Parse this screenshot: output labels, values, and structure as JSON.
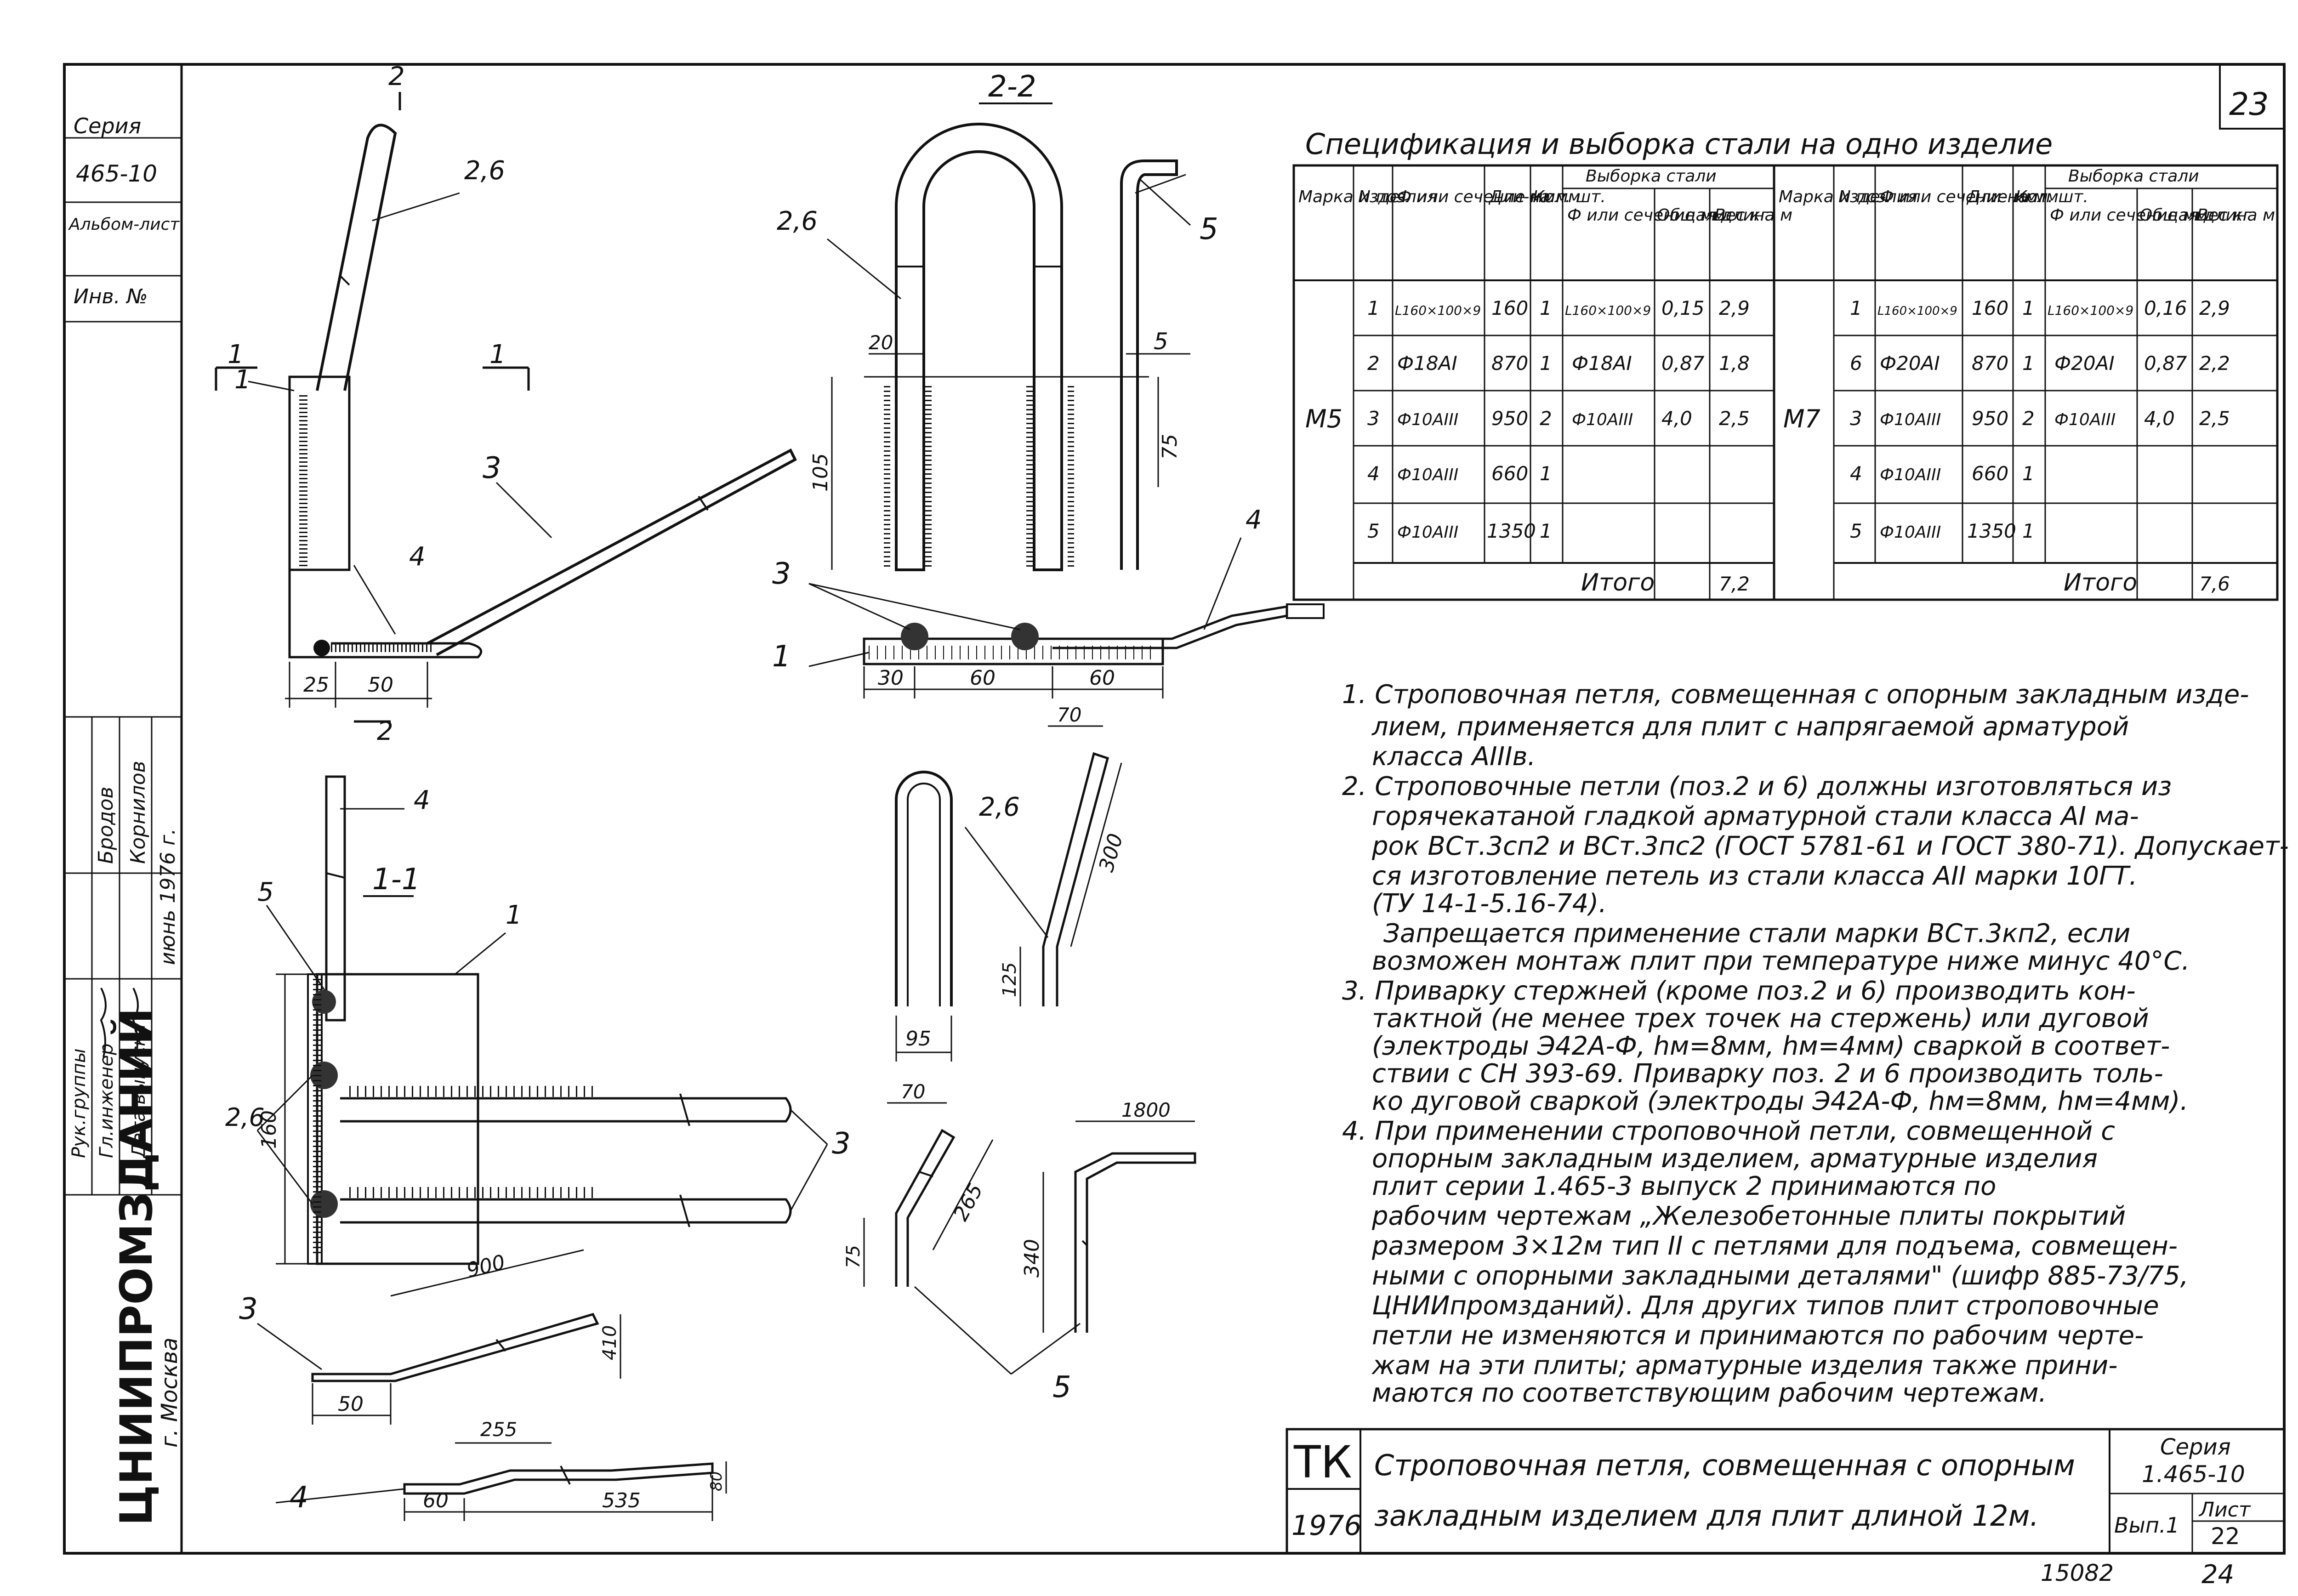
{
  "page_number": "23",
  "sheet_code": "15082",
  "sheet_bottom_number": "24",
  "left_stamp": {
    "series_label": "Серия",
    "series_value": "465-10",
    "album_sheet_label": "Альбом-лист",
    "inventory_label": "Инв. №",
    "roles": [
      "Рук.группы",
      "Гл.инженер",
      "Дата выпуска"
    ],
    "names": [
      "Бродов",
      "Корнилов"
    ],
    "release_date": "июнь 1976 г.",
    "org": "ЦНИИПРОМЗДАНИЙ",
    "city": "г. Москва"
  },
  "spec": {
    "title": "Спецификация и выборка стали на одно изделие",
    "headers": {
      "mark": "Марка изде-лия",
      "pos": "N поз.",
      "section": "Ф или сечение мм.",
      "length": "Дли-на мм",
      "qty": "Кол. шт.",
      "sample": "Выборка стали",
      "s_section": "Ф или сечение мм.",
      "s_total": "Общая длина м",
      "s_weight": "Вес кг"
    },
    "m5": {
      "mark": "М5",
      "rows": [
        {
          "pos": "1",
          "sec": "L160×100×9",
          "len": "160",
          "qty": "1",
          "ssec": "L160×100×9",
          "tot": "0,15",
          "w": "2,9"
        },
        {
          "pos": "2",
          "sec": "Ф18AI",
          "len": "870",
          "qty": "1",
          "ssec": "Ф18AI",
          "tot": "0,87",
          "w": "1,8"
        },
        {
          "pos": "3",
          "sec": "Ф10AIII",
          "len": "950",
          "qty": "2",
          "ssec": "Ф10AIII",
          "tot": "4,0",
          "w": "2,5"
        },
        {
          "pos": "4",
          "sec": "Ф10AIII",
          "len": "660",
          "qty": "1",
          "ssec": "",
          "tot": "",
          "w": ""
        },
        {
          "pos": "5",
          "sec": "Ф10AIII",
          "len": "1350",
          "qty": "1",
          "ssec": "",
          "tot": "",
          "w": ""
        }
      ],
      "total_label": "Итого",
      "total": "7,2"
    },
    "m7": {
      "mark": "М7",
      "rows": [
        {
          "pos": "1",
          "sec": "L160×100×9",
          "len": "160",
          "qty": "1",
          "ssec": "L160×100×9",
          "tot": "0,16",
          "w": "2,9"
        },
        {
          "pos": "6",
          "sec": "Ф20AI",
          "len": "870",
          "qty": "1",
          "ssec": "Ф20AI",
          "tot": "0,87",
          "w": "2,2"
        },
        {
          "pos": "3",
          "sec": "Ф10AIII",
          "len": "950",
          "qty": "2",
          "ssec": "Ф10AIII",
          "tot": "4,0",
          "w": "2,5"
        },
        {
          "pos": "4",
          "sec": "Ф10AIII",
          "len": "660",
          "qty": "1",
          "ssec": "",
          "tot": "",
          "w": ""
        },
        {
          "pos": "5",
          "sec": "Ф10AIII",
          "len": "1350",
          "qty": "1",
          "ssec": "",
          "tot": "",
          "w": ""
        }
      ],
      "total_label": "Итого",
      "total": "7,6"
    }
  },
  "notes": [
    "1. Строповочная петля, совмещенная с опорным закладным изде-",
    "лием, применяется для плит с напрягаемой арматурой",
    "класса AIIIв.",
    "2. Строповочные петли (поз.2 и 6) должны изготовляться из",
    "горячекатаной гладкой арматурной стали класса AI ма-",
    "рок ВСт.3сп2 и ВСт.3пс2 (ГОСТ 5781-61 и ГОСТ 380-71). Допускает-",
    "ся изготовление петель из стали класса AII марки 10ГТ.",
    "(ТУ 14-1-5.16-74).",
    "Запрещается применение стали марки ВСт.3кп2, если",
    "возможен монтаж плит при температуре ниже минус 40°С.",
    "3. Приварку стержней (кроме поз.2 и 6) производить кон-",
    "тактной (не менее трех точек на стержень) или дуговой",
    "(электроды Э42А-Ф, hм=8мм, hм=4мм) сваркой в соответ-",
    "ствии с СН 393-69. Приварку поз. 2 и 6 производить толь-",
    "ко дуговой сваркой (электроды Э42А-Ф, hм=8мм, hм=4мм).",
    "4. При применении строповочной петли, совмещенной с",
    "опорным закладным изделием,                 арматурные изделия",
    "плит серии 1.465-3 выпуск 2              принимаются по",
    "рабочим чертежам „Железобетонные плиты покрытий",
    "размером 3×12м тип II с петлями для подъема, совмещен-",
    "ными с опорными закладными деталями\" (шифр 885-73/75,",
    "ЦНИИпромзданий). Для других типов плит строповочные",
    "петли не изменяются и принимаются по рабочим черте-",
    "жам на эти плиты; арматурные изделия также прини-",
    "маются по соответствующим рабочим чертежам."
  ],
  "title_block": {
    "tk": "ТК",
    "year": "1976",
    "title_line1": "Строповочная петля, совмещенная с опорным",
    "title_line2": "закладным изделием для плит длиной 12м.",
    "series_label": "Серия",
    "series_value": "1.465-10",
    "issue": "Вып.1",
    "sheet_label": "Лист",
    "sheet_value": "22"
  },
  "drawing_labels": {
    "section_2_2": "2-2",
    "section_1_1": "1-1",
    "cut_2": "2",
    "cut_1": "1",
    "pos_2_6": "2,6",
    "pos_1": "1",
    "pos_3": "3",
    "pos_4": "4",
    "pos_5": "5",
    "dim_25": "25",
    "dim_50": "50",
    "dim_20": "20",
    "dim_105": "105",
    "dim_75": "75",
    "dim_30": "30",
    "dim_60": "60",
    "dim_70": "70",
    "dim_300": "300",
    "dim_125": "125",
    "dim_95": "95",
    "dim_160": "160",
    "dim_1800": "1800",
    "dim_265": "265",
    "dim_340": "340",
    "dim_900": "900",
    "dim_410": "410",
    "dim_255": "255",
    "dim_535": "535",
    "dim_80": "80"
  }
}
